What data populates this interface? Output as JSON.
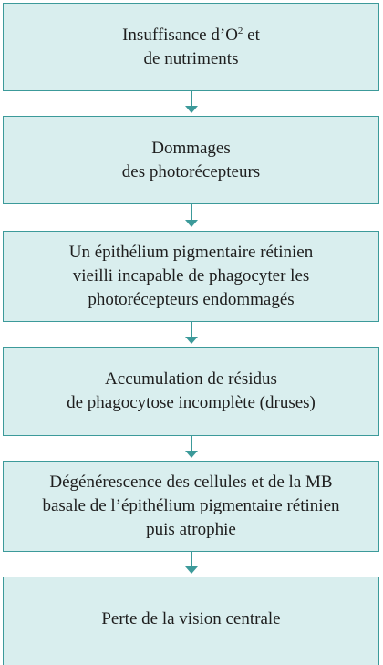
{
  "steps": [
    {
      "lines": [
        "Insuffisance d’O",
        "de nutriments"
      ],
      "sup": "2",
      "after_sup": " et"
    },
    {
      "lines": [
        "Dommages",
        "des photorécepteurs"
      ]
    },
    {
      "lines": [
        "Un épithélium pigmentaire rétinien",
        "vieilli incapable de phagocyter les",
        "photorécepteurs endommagés"
      ]
    },
    {
      "lines": [
        "Accumulation de résidus",
        "de phagocytose incomplète (druses)"
      ]
    },
    {
      "lines": [
        "Dégénérescence des cellules et de la MB",
        "basale de l’épithélium pigmentaire rétinien",
        "puis atrophie"
      ]
    },
    {
      "lines": [
        "Perte de la vision centrale"
      ]
    }
  ],
  "colors": {
    "box_fill": "#d9eeee",
    "border": "#3c9a9a",
    "text": "#1e1e1e"
  }
}
